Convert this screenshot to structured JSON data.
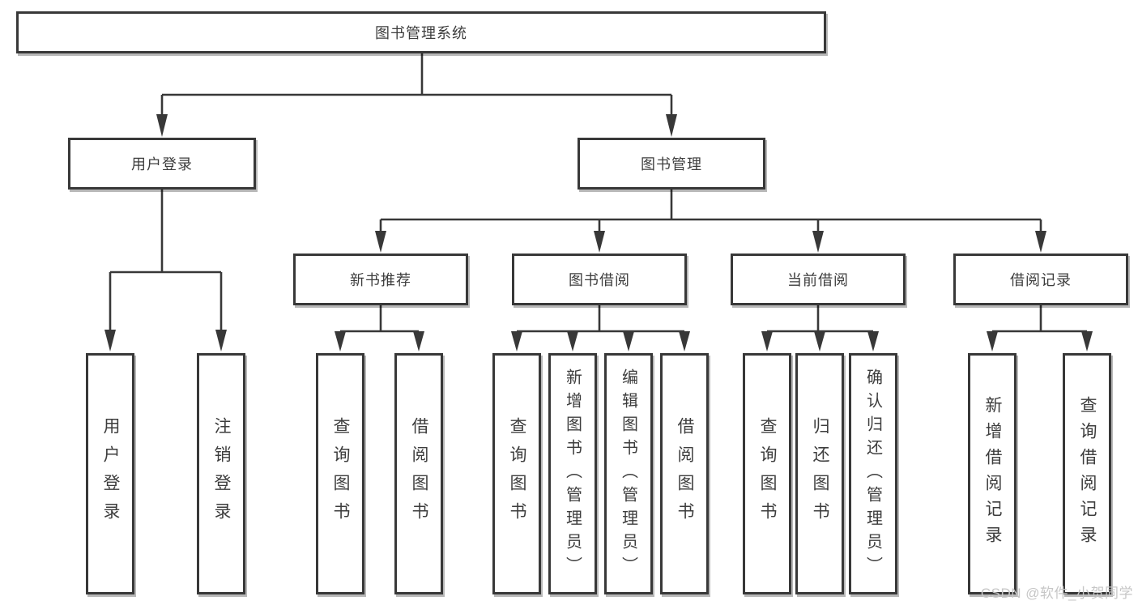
{
  "colors": {
    "line": "#383838",
    "text": "#3d3d3d",
    "background": "#ffffff",
    "watermark_color": "#c6c6c6"
  },
  "watermark": {
    "text": "CSDN @软件_小贺同学"
  },
  "tree": {
    "root": {
      "label": "图书管理系统"
    },
    "branches": [
      {
        "label": "用户登录",
        "children": [
          {
            "label": "用户登录"
          },
          {
            "label": "注销登录"
          }
        ]
      },
      {
        "label": "图书管理",
        "children": [
          {
            "label": "新书推荐",
            "children": [
              {
                "label": "查询图书"
              },
              {
                "label": "借阅图书"
              }
            ]
          },
          {
            "label": "图书借阅",
            "children": [
              {
                "label": "查询图书"
              },
              {
                "label": "新增图书（管理员）"
              },
              {
                "label": "编辑图书（管理员）"
              },
              {
                "label": "借阅图书"
              }
            ]
          },
          {
            "label": "当前借阅",
            "children": [
              {
                "label": "查询图书"
              },
              {
                "label": "归还图书"
              },
              {
                "label": "确认归还（管理员）"
              }
            ]
          },
          {
            "label": "借阅记录",
            "children": [
              {
                "label": "新增借阅记录"
              },
              {
                "label": "查询借阅记录"
              }
            ]
          }
        ]
      }
    ]
  }
}
